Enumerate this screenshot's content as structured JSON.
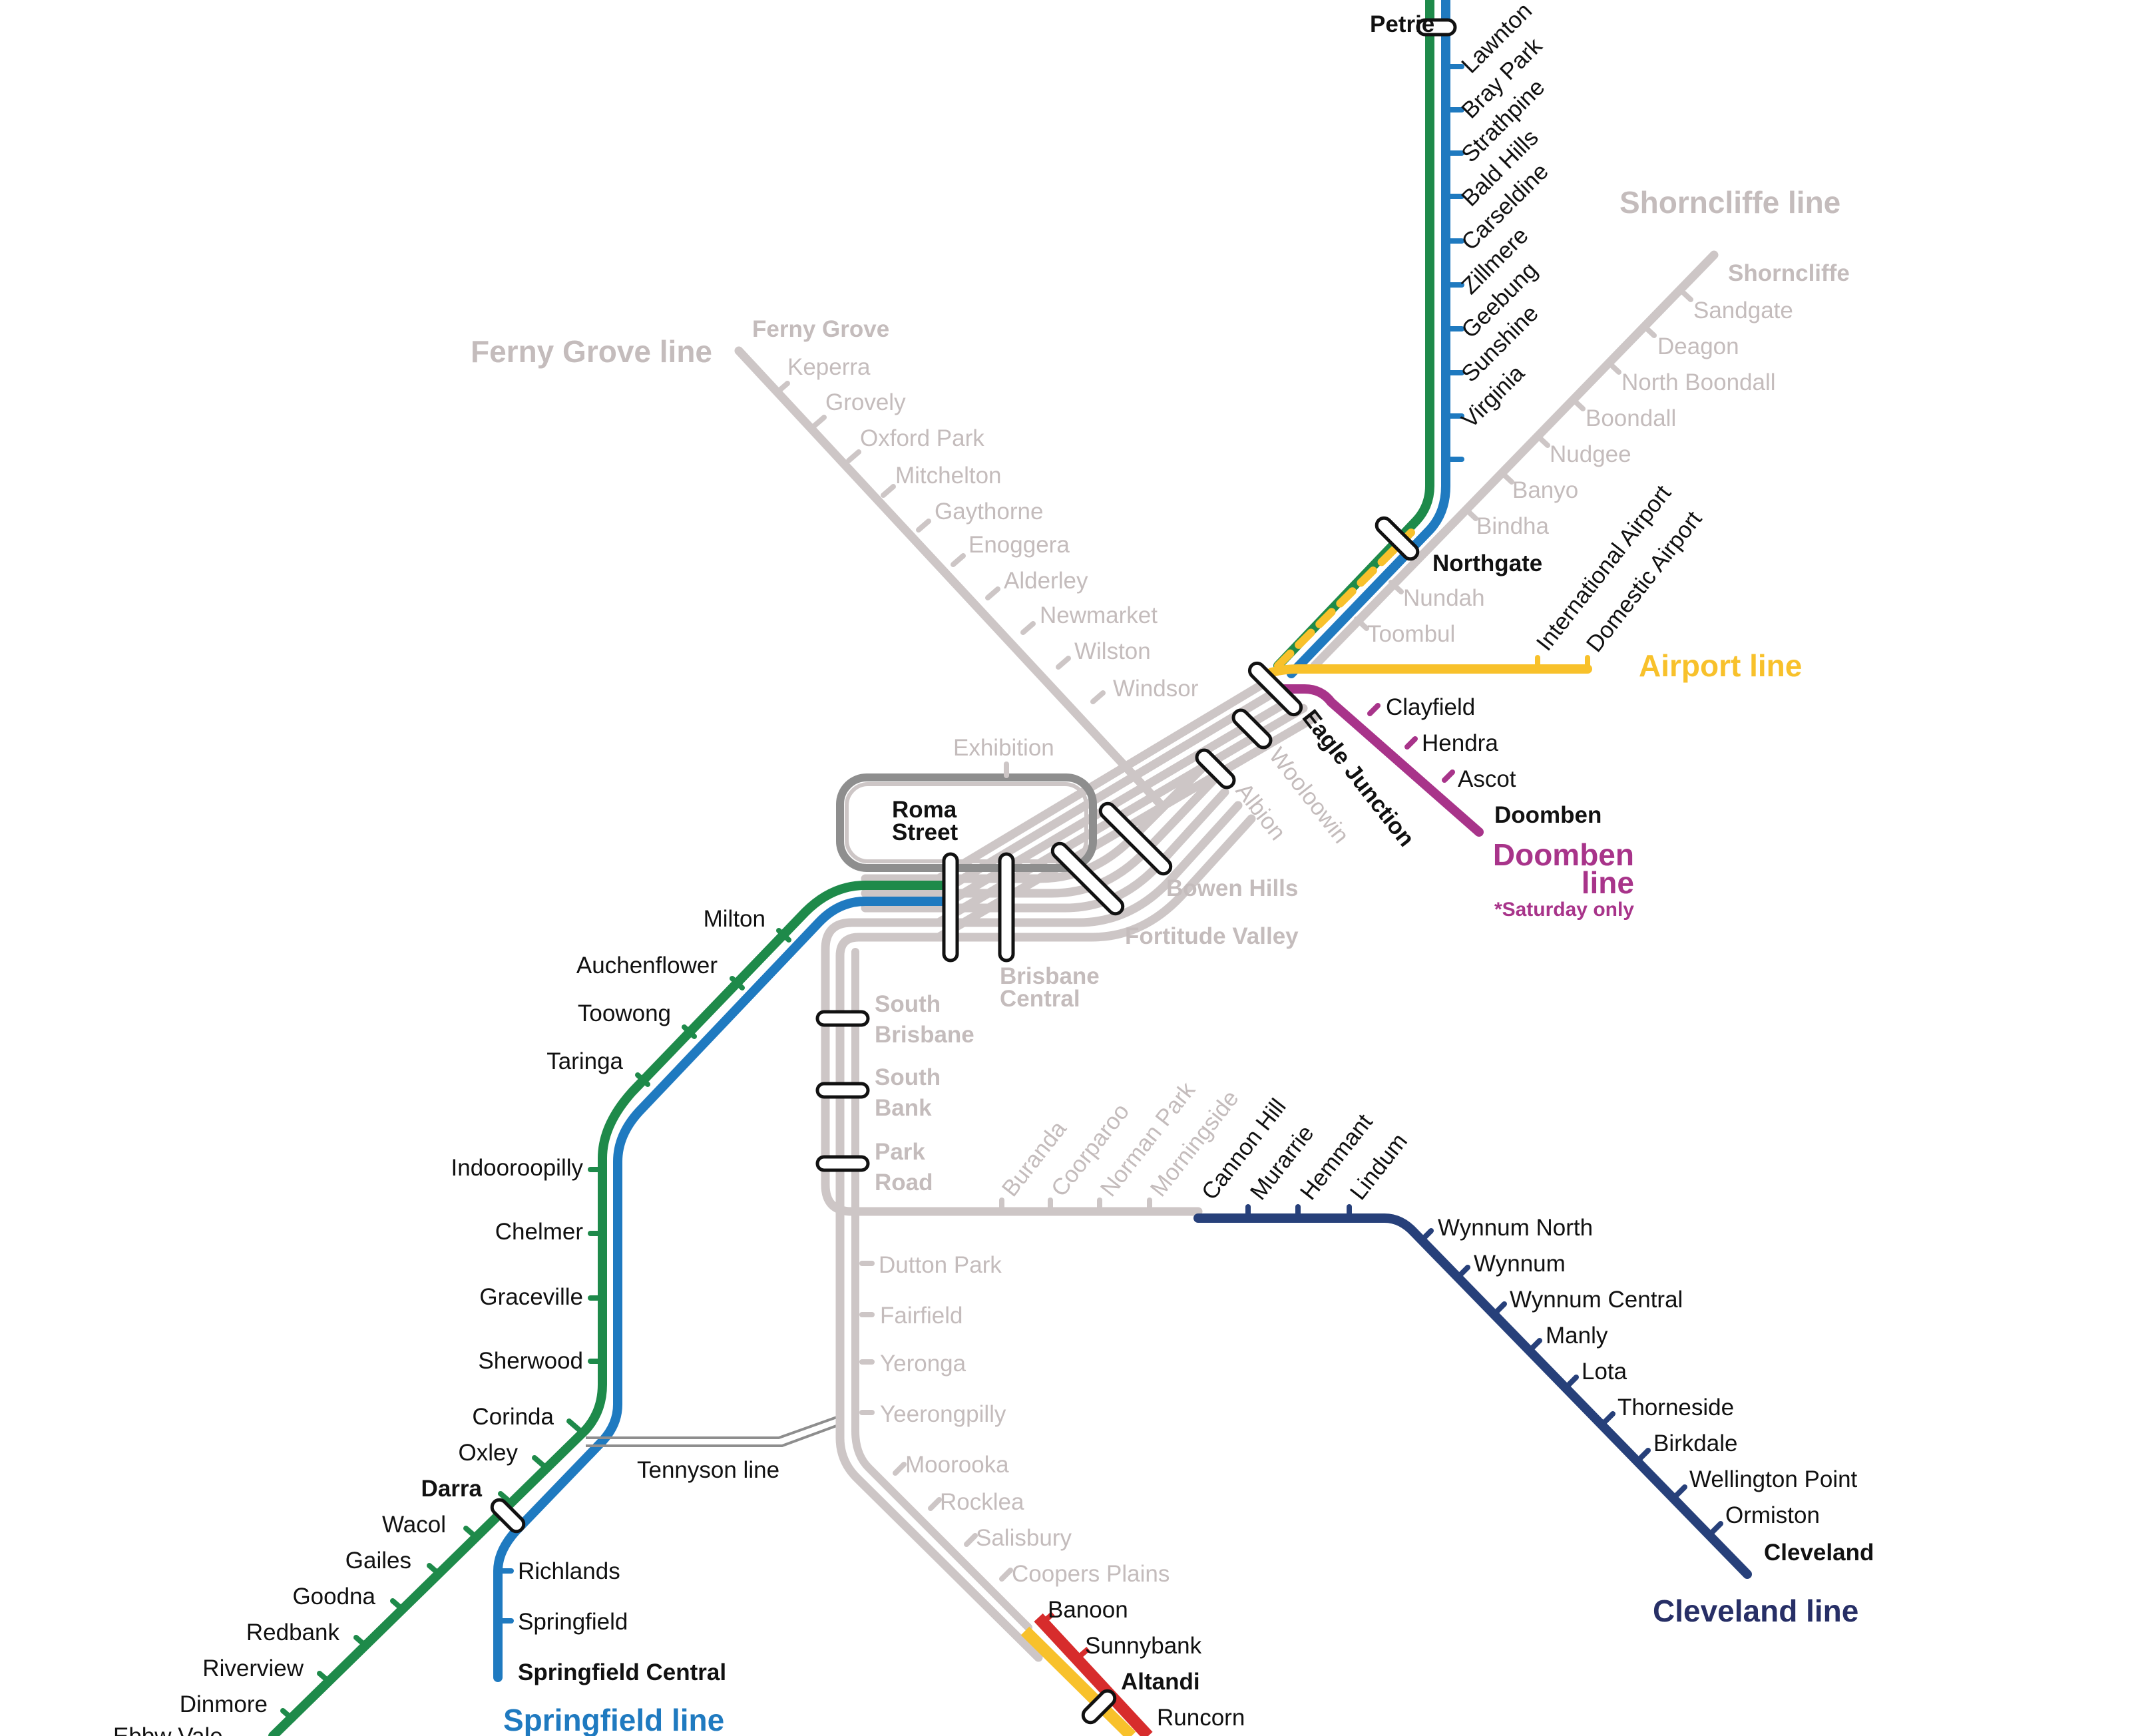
{
  "colors": {
    "green": "#1e8a4a",
    "blue": "#1f7ac0",
    "grey": "#cdc6c6",
    "grey_text": "#c4bcbc",
    "yellow": "#f8c12b",
    "purple": "#a8348a",
    "navy": "#27407a",
    "red": "#d72c2c",
    "black": "#111111"
  },
  "line_titles": {
    "ferny_grove": "Ferny Grove line",
    "shorncliffe": "Shorncliffe line",
    "airport": "Airport line",
    "doomben_1": "Doomben",
    "doomben_2": "line",
    "doomben_note": "*Saturday only",
    "cleveland": "Cleveland line",
    "springfield": "Springfield line",
    "tennyson": "Tennyson line"
  },
  "stations": {
    "petrie": "Petrie",
    "lawnton": "Lawnton",
    "bray_park": "Bray Park",
    "strathpine": "Strathpine",
    "bald_hills": "Bald Hills",
    "carseldine": "Carseldine",
    "zillmere": "Zillmere",
    "geebung": "Geebung",
    "sunshine": "Sunshine",
    "virginia": "Virginia",
    "northgate": "Northgate",
    "nundah": "Nundah",
    "toombul": "Toombul",
    "eagle_junction": "Eagle Junction",
    "wooloowin": "Wooloowin",
    "albion": "Albion",
    "bowen_hills": "Bowen Hills",
    "fortitude_valley": "Fortitude Valley",
    "brisbane_central_1": "Brisbane",
    "brisbane_central_2": "Central",
    "roma_street_1": "Roma",
    "roma_street_2": "Street",
    "exhibition": "Exhibition",
    "shorncliffe": "Shorncliffe",
    "sandgate": "Sandgate",
    "deagon": "Deagon",
    "north_boondall": "North Boondall",
    "boondall": "Boondall",
    "nudgee": "Nudgee",
    "banyo": "Banyo",
    "bindha": "Bindha",
    "international_airport": "International Airport",
    "domestic_airport": "Domestic Airport",
    "clayfield": "Clayfield",
    "hendra": "Hendra",
    "ascot": "Ascot",
    "doomben": "Doomben",
    "ferny_grove": "Ferny Grove",
    "keperra": "Keperra",
    "grovely": "Grovely",
    "oxford_park": "Oxford Park",
    "mitchelton": "Mitchelton",
    "gaythorne": "Gaythorne",
    "enoggera": "Enoggera",
    "alderley": "Alderley",
    "newmarket": "Newmarket",
    "wilston": "Wilston",
    "windsor": "Windsor",
    "milton": "Milton",
    "auchenflower": "Auchenflower",
    "toowong": "Toowong",
    "taringa": "Taringa",
    "indooroopilly": "Indooroopilly",
    "chelmer": "Chelmer",
    "graceville": "Graceville",
    "sherwood": "Sherwood",
    "corinda": "Corinda",
    "oxley": "Oxley",
    "darra": "Darra",
    "wacol": "Wacol",
    "gailes": "Gailes",
    "goodna": "Goodna",
    "redbank": "Redbank",
    "riverview": "Riverview",
    "dinmore": "Dinmore",
    "ebbw_vale": "Ebbw Vale",
    "richlands": "Richlands",
    "springfield": "Springfield",
    "springfield_central": "Springfield Central",
    "south_brisbane_1": "South",
    "south_brisbane_2": "Brisbane",
    "south_bank_1": "South",
    "south_bank_2": "Bank",
    "park_road_1": "Park",
    "park_road_2": "Road",
    "buranda": "Buranda",
    "coorparoo": "Coorparoo",
    "norman_park": "Norman Park",
    "morningside": "Morningside",
    "cannon_hill": "Cannon Hill",
    "murarrie": "Murarrie",
    "hemmant": "Hemmant",
    "lindum": "Lindum",
    "wynnum_north": "Wynnum North",
    "wynnum": "Wynnum",
    "wynnum_central": "Wynnum Central",
    "manly": "Manly",
    "lota": "Lota",
    "thorneside": "Thorneside",
    "birkdale": "Birkdale",
    "wellington_point": "Wellington Point",
    "ormiston": "Ormiston",
    "cleveland": "Cleveland",
    "dutton_park": "Dutton Park",
    "fairfield": "Fairfield",
    "yeronga": "Yeronga",
    "yeerongpilly": "Yeerongpilly",
    "moorooka": "Moorooka",
    "rocklea": "Rocklea",
    "salisbury": "Salisbury",
    "coopers_plains": "Coopers Plains",
    "banoon": "Banoon",
    "sunnybank": "Sunnybank",
    "altandi": "Altandi",
    "runcorn": "Runcorn"
  }
}
